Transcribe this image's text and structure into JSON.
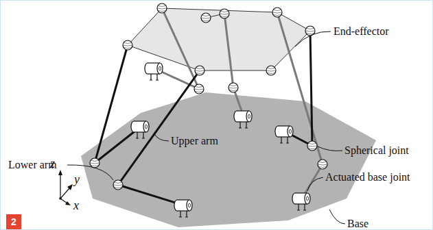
{
  "diagram": {
    "nodes": [
      {
        "text": [
          "2"
        ]
      }
    ],
    "labels": [
      "End-effector",
      "Upper arm",
      "Lower arm",
      "Spherical joint",
      "Actuated base joint",
      "Base",
      "z",
      "y",
      "x"
    ]
  }
}
